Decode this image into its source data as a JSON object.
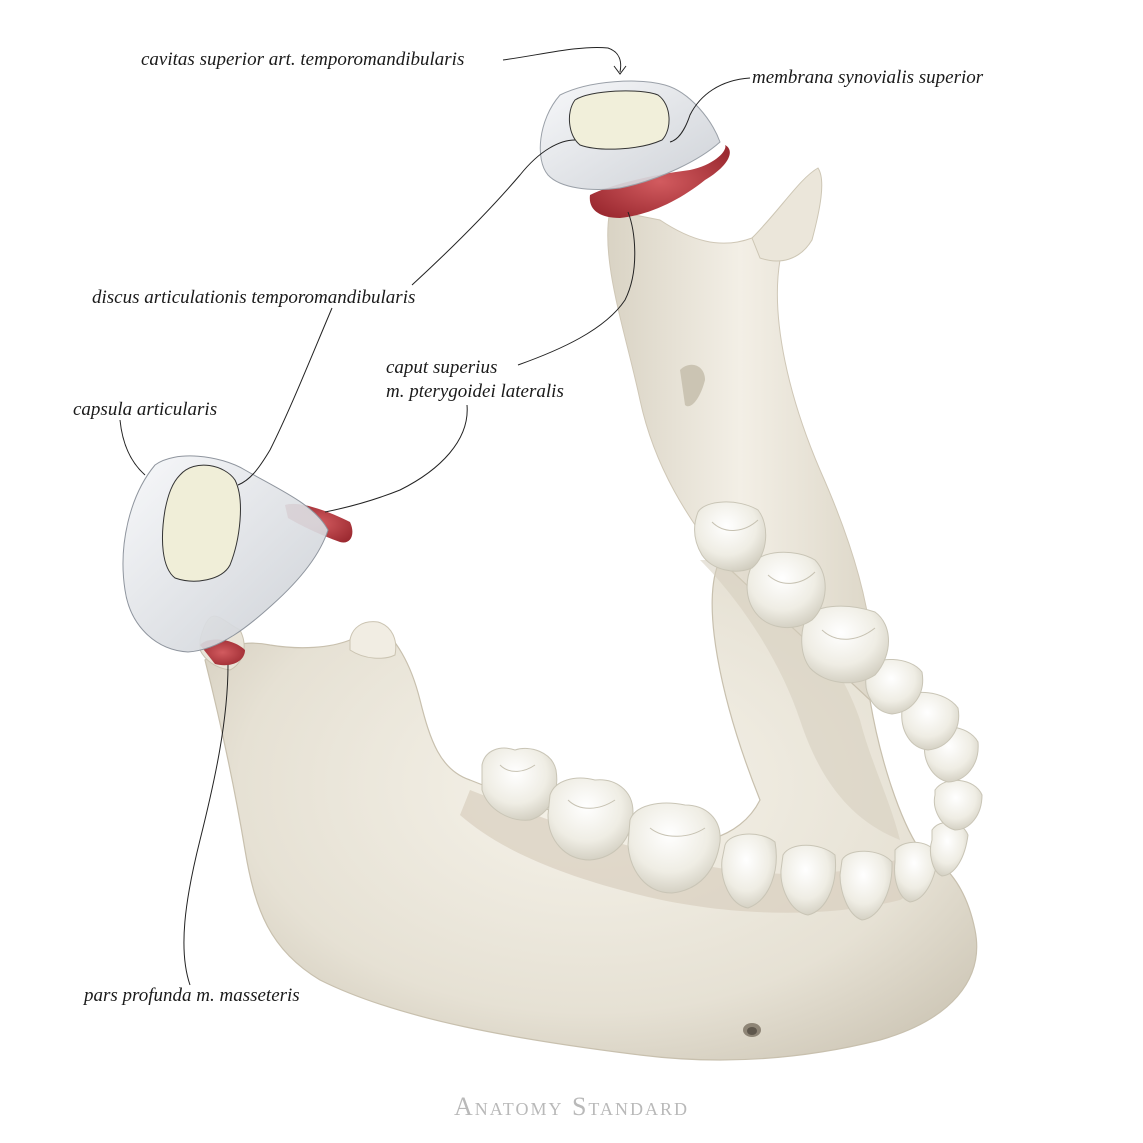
{
  "labels": {
    "cavitas_superior": "cavitas superior art. temporomandibularis",
    "membrana_synovialis": "membrana synovialis superior",
    "discus": "discus articulationis temporomandibularis",
    "caput_superius_line1": "caput superius",
    "caput_superius_line2": "m. pterygoidei lateralis",
    "capsula": "capsula articularis",
    "pars_profunda": "pars profunda m. masseteris"
  },
  "watermark": "Anatomy Standard",
  "colors": {
    "bone": "#ece8de",
    "bone_shadow": "#c9c2b2",
    "tooth": "#f4f2ea",
    "muscle": "#b8333a",
    "disc": "#f0eed8",
    "capsule": "#dfe2e6",
    "leader": "#222222"
  }
}
